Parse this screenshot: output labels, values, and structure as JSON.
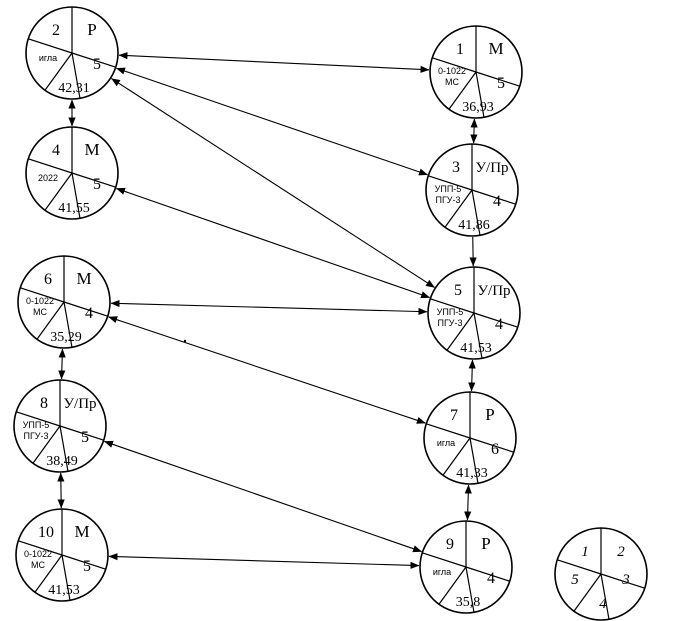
{
  "nodes": [
    {
      "key": "n2",
      "id": "2",
      "type": "Р",
      "tool": [
        "игла"
      ],
      "grade": "5",
      "score": "42,31"
    },
    {
      "key": "n1",
      "id": "1",
      "type": "М",
      "tool": [
        "0-1022",
        "МС"
      ],
      "grade": "5",
      "score": "36,93"
    },
    {
      "key": "n4",
      "id": "4",
      "type": "М",
      "tool": [
        "2022"
      ],
      "grade": "5",
      "score": "41,55"
    },
    {
      "key": "n3",
      "id": "3",
      "type": "У/Пр",
      "tool": [
        "УПП-5",
        "ПГУ-3"
      ],
      "grade": "4",
      "score": "41,86"
    },
    {
      "key": "n6",
      "id": "6",
      "type": "М",
      "tool": [
        "0-1022",
        "МС"
      ],
      "grade": "4",
      "score": "35,29"
    },
    {
      "key": "n5",
      "id": "5",
      "type": "У/Пр",
      "tool": [
        "УПП-5",
        "ПГУ-3"
      ],
      "grade": "4",
      "score": "41,53"
    },
    {
      "key": "n8",
      "id": "8",
      "type": "У/Пр",
      "tool": [
        "УПП-5",
        "ПГУ-3"
      ],
      "grade": "5",
      "score": "38,49"
    },
    {
      "key": "n7",
      "id": "7",
      "type": "Р",
      "tool": [
        "игла"
      ],
      "grade": "6",
      "score": "41,33"
    },
    {
      "key": "n10",
      "id": "10",
      "type": "М",
      "tool": [
        "0-1022",
        "МС"
      ],
      "grade": "5",
      "score": "41,53"
    },
    {
      "key": "n9",
      "id": "9",
      "type": "Р",
      "tool": [
        "игла"
      ],
      "grade": "4",
      "score": "35,8"
    }
  ],
  "legend": {
    "s1": "1",
    "s2": "2",
    "s3": "3",
    "s4": "4",
    "s5": "5"
  },
  "edges": [
    {
      "from": "n2",
      "to": "n1",
      "kind": "double"
    },
    {
      "from": "n2",
      "to": "n3",
      "kind": "double"
    },
    {
      "from": "n2",
      "to": "n5",
      "kind": "double"
    },
    {
      "from": "n2",
      "to": "n4",
      "kind": "double"
    },
    {
      "from": "n4",
      "to": "n5",
      "kind": "double"
    },
    {
      "from": "n1",
      "to": "n3",
      "kind": "double"
    },
    {
      "from": "n3",
      "to": "n5",
      "kind": "single"
    },
    {
      "from": "n6",
      "to": "n5",
      "kind": "double"
    },
    {
      "from": "n6",
      "to": "n7",
      "kind": "double"
    },
    {
      "from": "n6",
      "to": "n8",
      "kind": "double"
    },
    {
      "from": "n5",
      "to": "n7",
      "kind": "double"
    },
    {
      "from": "n8",
      "to": "n9",
      "kind": "double"
    },
    {
      "from": "n8",
      "to": "n10",
      "kind": "double"
    },
    {
      "from": "n7",
      "to": "n9",
      "kind": "double"
    },
    {
      "from": "n10",
      "to": "n9",
      "kind": "double"
    }
  ]
}
